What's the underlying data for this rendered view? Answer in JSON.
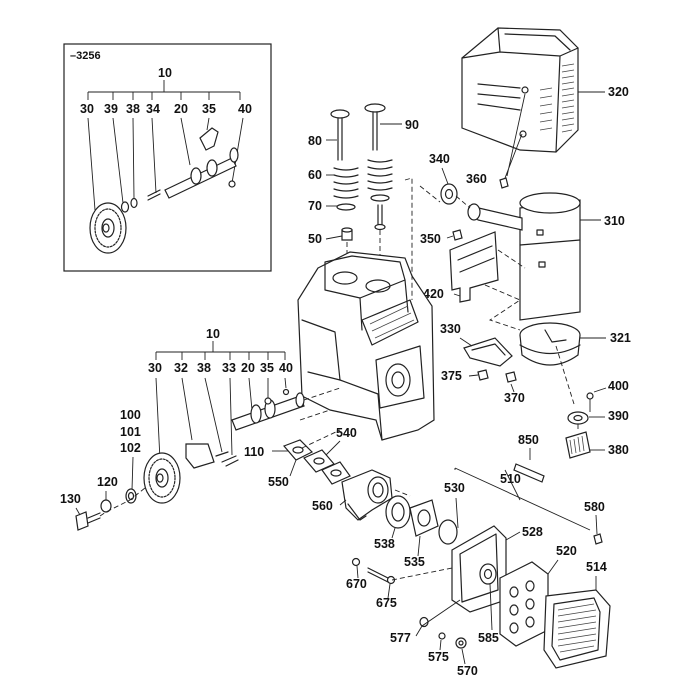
{
  "inset": {
    "code": "–3256",
    "group_label": "10",
    "sub_labels": [
      "30",
      "39",
      "38",
      "34",
      "20",
      "35",
      "40"
    ]
  },
  "main_group": {
    "group_label": "10",
    "sub_labels": [
      "30",
      "32",
      "38",
      "33",
      "20",
      "35",
      "40"
    ]
  },
  "labels": {
    "l320": "320",
    "l310": "310",
    "l321": "321",
    "l360": "360",
    "l340": "340",
    "l350": "350",
    "l420": "420",
    "l330": "330",
    "l375": "375",
    "l370": "370",
    "l400": "400",
    "l390": "390",
    "l380": "380",
    "l80": "80",
    "l90": "90",
    "l60": "60",
    "l70": "70",
    "l50": "50",
    "l100": "100",
    "l101": "101",
    "l102": "102",
    "l110": "110",
    "l540": "540",
    "l120": "120",
    "l130": "130",
    "l550": "550",
    "l560": "560",
    "l850": "850",
    "l510": "510",
    "l530": "530",
    "l580": "580",
    "l528": "528",
    "l520": "520",
    "l514": "514",
    "l538": "538",
    "l535": "535",
    "l670": "670",
    "l675": "675",
    "l577": "577",
    "l575": "575",
    "l570": "570",
    "l585": "585"
  }
}
